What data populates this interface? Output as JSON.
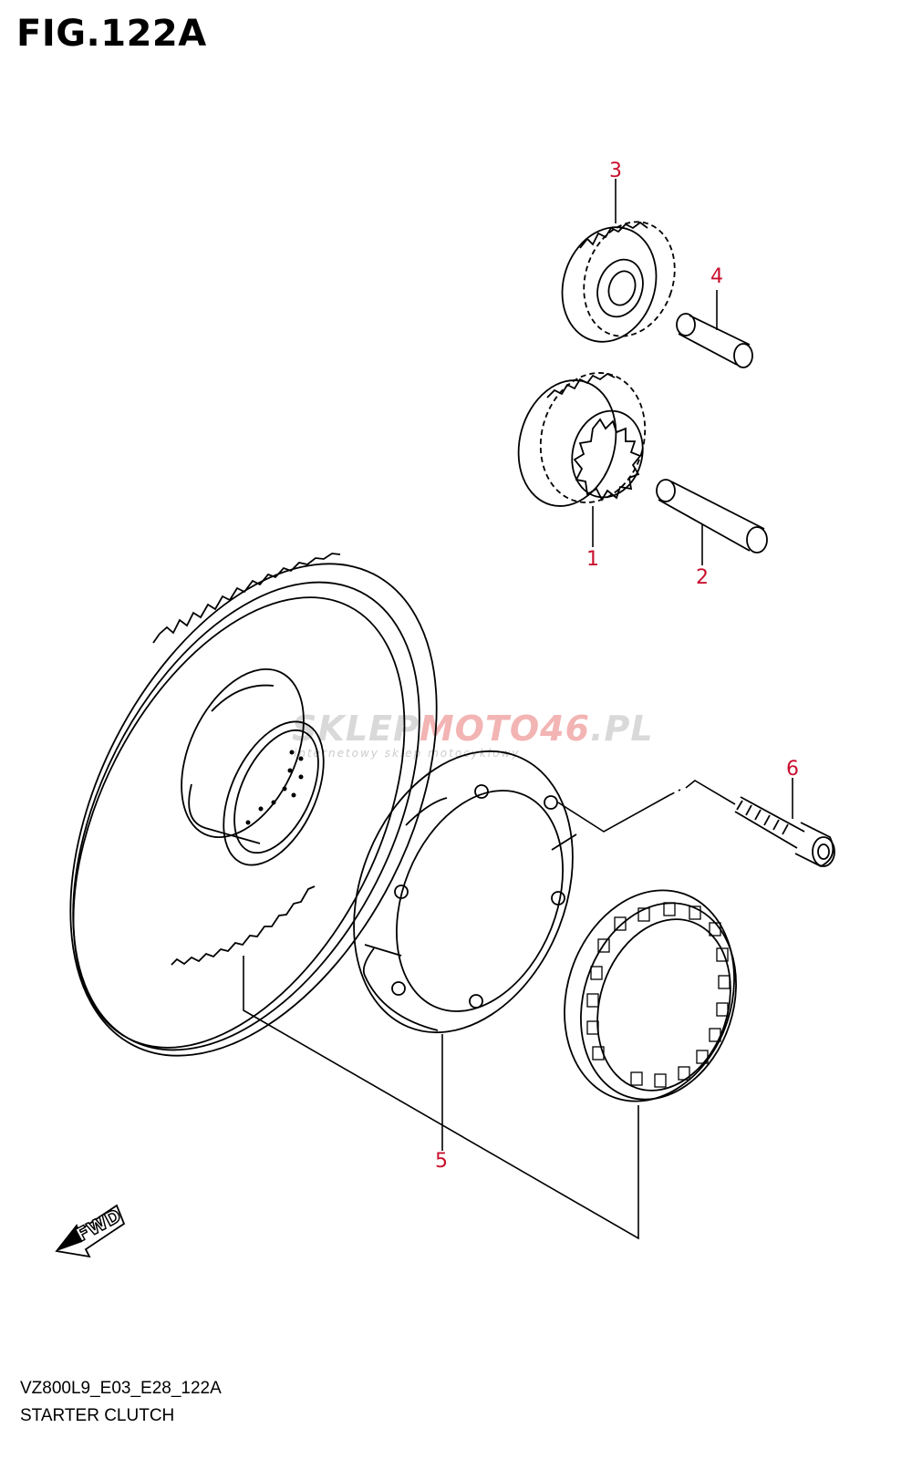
{
  "figure": {
    "title": "FIG.122A"
  },
  "footer": {
    "code": "VZ800L9_E03_E28_122A",
    "name": "STARTER CLUTCH"
  },
  "watermark": {
    "brand_gray": "SKLEP",
    "brand_red": "MOTO46",
    "brand_tld": ".PL",
    "tagline": "internetowy sklep motocyklowy"
  },
  "fwd": {
    "label": "FWD"
  },
  "callouts": {
    "c1": "1",
    "c2": "2",
    "c3": "3",
    "c4": "4",
    "c5": "5",
    "c6": "6"
  },
  "colors": {
    "callout": "#c8102e",
    "line": "#000000"
  }
}
